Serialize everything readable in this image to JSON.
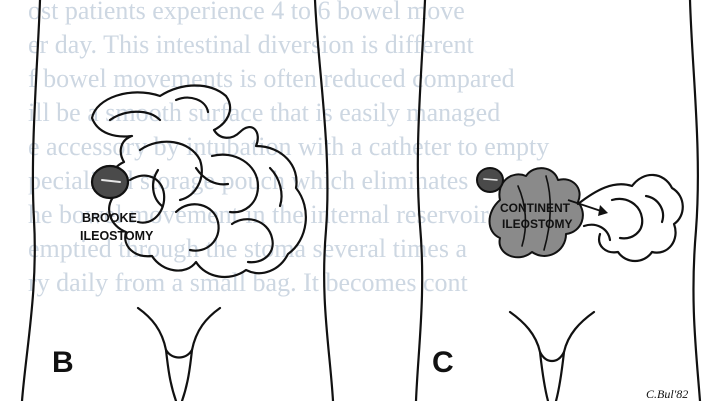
{
  "background_text": [
    "ost patients experience 4 to 6 bowel move",
    "er day. This intestinal diversion is different",
    "f bowel movements is often reduced compared",
    "ill be a smooth surface that is easily managed",
    "e accessory by intubation with a catheter to empty",
    "pecialized storage pouch which eliminates",
    "he bowel movement in the internal reservoir",
    "emptied through the stoma several times a",
    "ry daily from a small bag. It becomes cont"
  ],
  "diagram": {
    "panel_b": {
      "letter": "B",
      "label_line1": "BROOKE",
      "label_line2": "ILEOSTOMY"
    },
    "panel_c": {
      "letter": "C",
      "label_line1": "CONTINENT",
      "label_line2": "ILEOSTOMY"
    },
    "signature": "C.Bul'82",
    "colors": {
      "line": "#111111",
      "stoma": "#4a4a4a",
      "pouch": "#8a8a8a",
      "background_text": "#cdd7e2"
    }
  }
}
